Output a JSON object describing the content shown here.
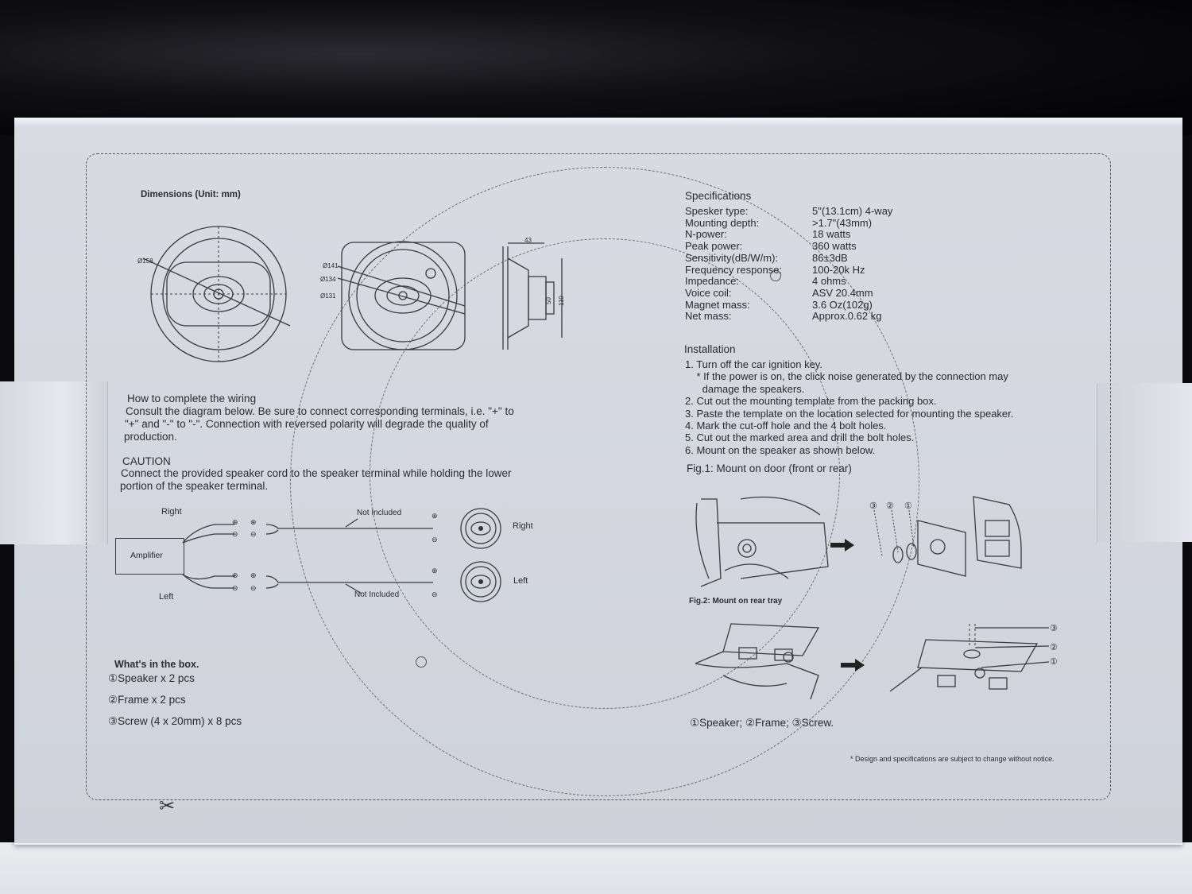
{
  "dimensions": {
    "title": "Dimensions  (Unit: mm)"
  },
  "dims": {
    "d158": "Ø158",
    "d141": "Ø141",
    "d134": "Ø134",
    "d131": "Ø131",
    "w43": "43",
    "h110": "110",
    "h50": "50"
  },
  "specifications": {
    "title": "Specifications",
    "rows": [
      {
        "label": "Spesker type:",
        "value": "5\"(13.1cm) 4-way"
      },
      {
        "label": "Mounting depth:",
        "value": ">1.7\"(43mm)"
      },
      {
        "label": "N-power:",
        "value": "18 watts"
      },
      {
        "label": "Peak power:",
        "value": "360 watts"
      },
      {
        "label": "Sensitivity(dB/W/m):",
        "value": "86±3dB"
      },
      {
        "label": "Frequency response:",
        "value": "100-20k Hz"
      },
      {
        "label": "Impedance:",
        "value": "4 ohms"
      },
      {
        "label": "Voice coil:",
        "value": "ASV 20.4mm"
      },
      {
        "label": "Magnet mass:",
        "value": "3.6 Oz(102g)"
      },
      {
        "label": "Net mass:",
        "value": "Approx.0.62 kg"
      }
    ]
  },
  "installation": {
    "title": "Installation",
    "steps": [
      "1. Turn off the car ignition key.",
      "    * If the power is on, the click noise generated by the connection may",
      "      damage the speakers.",
      "2. Cut out the mounting template from the packing box.",
      "3. Paste the template on the location selected for mounting the speaker.",
      "4. Mark the cut-off hole and the 4 bolt holes.",
      "5. Cut out the marked area and drill the bolt holes.",
      "6. Mount on the speaker as shown below."
    ],
    "fig1": "Fig.1: Mount on door (front or rear)",
    "fig2": "Fig.2: Mount on rear tray",
    "legend": "①Speaker;  ②Frame;  ③Screw.",
    "markers": {
      "m1": "①",
      "m2": "②",
      "m3": "③"
    }
  },
  "wiring": {
    "title": "How to complete the wiring",
    "lines": [
      "Consult the diagram below. Be sure to connect corresponding terminals, i.e. \"+\" to",
      "\"+\" and \"-\" to \"-\". Connection with reversed polarity will degrade the quality of",
      "production."
    ],
    "caution_title": "CAUTION",
    "caution_lines": [
      "Connect the provided speaker cord to the speaker terminal while holding the lower",
      "portion of the speaker terminal."
    ],
    "amplifier": "Amplifier",
    "right_left": "Right",
    "left_left": "Left",
    "right_speaker": "Right",
    "left_speaker": "Left",
    "not_included_top": "Not Included",
    "not_included_bottom": "Not Included",
    "plus": "⊕",
    "minus": "⊖"
  },
  "whats_in_box": {
    "title": "What's in the box.",
    "items": [
      "①Speaker x 2 pcs",
      "②Frame x 2 pcs",
      "③Screw (4 x 20mm) x 8 pcs"
    ]
  },
  "footnote": "* Design and specifications are subject to change without notice.",
  "scissors": "✂"
}
